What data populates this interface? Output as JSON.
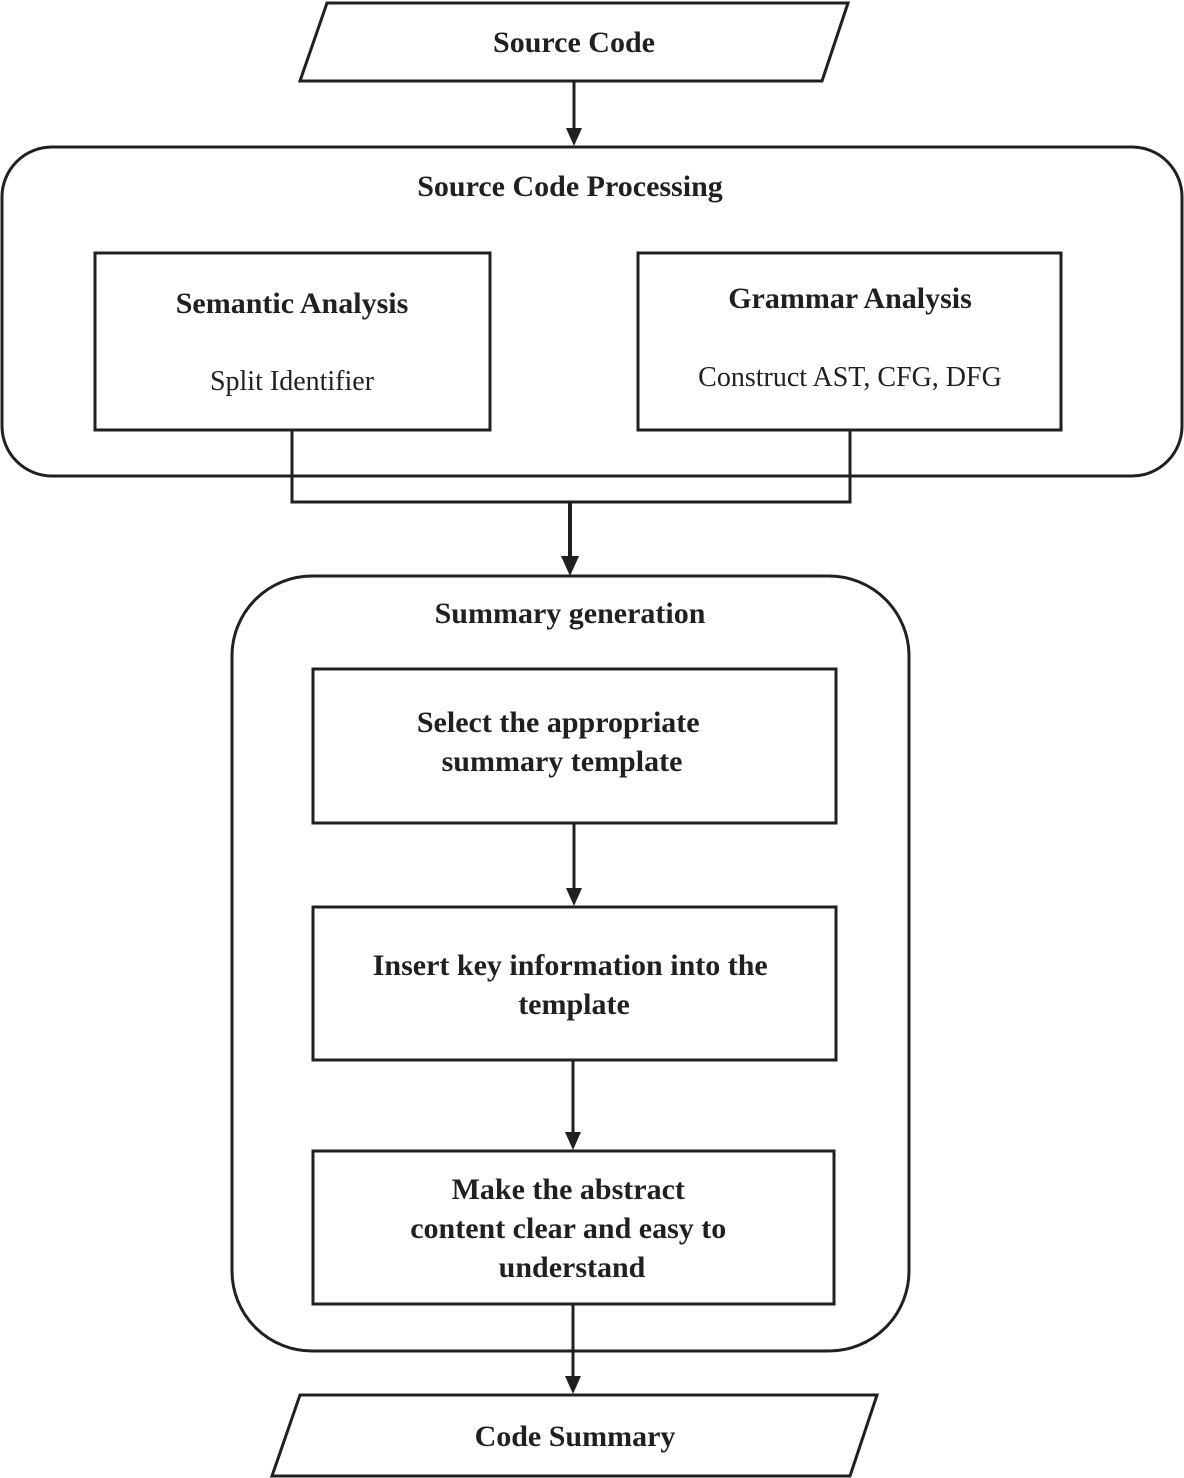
{
  "input": {
    "label": "Source Code"
  },
  "processing": {
    "title": "Source Code Processing",
    "semantic": {
      "title": "Semantic Analysis",
      "detail": "Split Identifier"
    },
    "grammar": {
      "title": "Grammar Analysis",
      "detail": "Construct AST, CFG, DFG"
    }
  },
  "generation": {
    "title": "Summary generation",
    "steps": [
      {
        "lines": [
          "Select the appropriate",
          "summary template"
        ]
      },
      {
        "lines": [
          "Insert key information into the",
          "template"
        ]
      },
      {
        "lines": [
          "Make the abstract",
          "content clear and easy to",
          "understand"
        ]
      }
    ]
  },
  "output": {
    "label": "Code Summary"
  }
}
